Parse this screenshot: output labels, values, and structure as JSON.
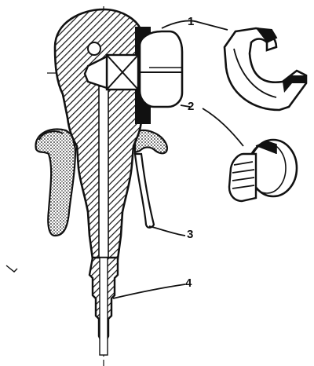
{
  "figure": {
    "ink_color": "#111111",
    "background_color": "#ffffff",
    "callouts": [
      {
        "id": "1",
        "label": "1"
      },
      {
        "id": "2",
        "label": "2"
      },
      {
        "id": "3",
        "label": "3"
      },
      {
        "id": "4",
        "label": "4"
      }
    ]
  }
}
